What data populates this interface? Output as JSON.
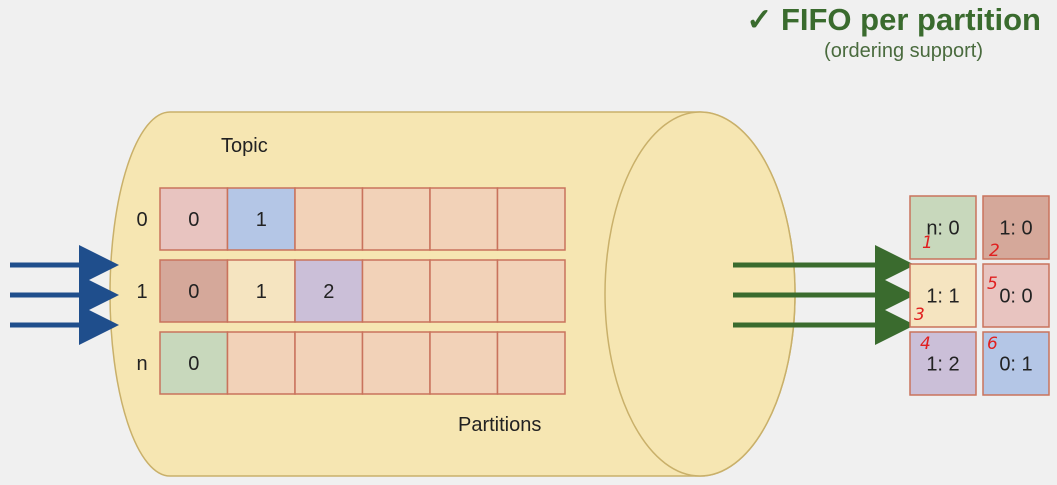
{
  "heading": {
    "check": "✓",
    "title": "FIFO per partition",
    "subtitle": "(ordering support)"
  },
  "topic_label": "Topic",
  "partitions_label": "Partitions",
  "partitions": [
    {
      "label": "0",
      "messages": [
        "0",
        "1"
      ],
      "colors": [
        "#e8c4c0",
        "#b4c6e6"
      ]
    },
    {
      "label": "1",
      "messages": [
        "0",
        "1",
        "2"
      ],
      "colors": [
        "#d5a89a",
        "#f5e4c0",
        "#cbbfd8"
      ]
    },
    {
      "label": "n",
      "messages": [
        "0"
      ],
      "colors": [
        "#c8d8bc"
      ]
    }
  ],
  "output_grid": [
    {
      "text": "n: 0",
      "mark": "1",
      "color": "#c8d8bc"
    },
    {
      "text": "1: 0",
      "mark": "2",
      "color": "#d5a89a"
    },
    {
      "text": "1: 1",
      "mark": "3",
      "color": "#f5e4c0"
    },
    {
      "text": "0: 0",
      "mark": "5",
      "color": "#e8c4c0"
    },
    {
      "text": "1: 2",
      "mark": "4",
      "color": "#cbbfd8"
    },
    {
      "text": "0: 1",
      "mark": "6",
      "color": "#b4c6e6"
    }
  ],
  "colors": {
    "cylinder_fill": "#f6e6b2",
    "cylinder_stroke": "#c9b06a",
    "empty_cell": "#f2d2b8",
    "cell_stroke": "#c9735c",
    "arrow_in": "#1f4e8c",
    "arrow_out": "#3a6b2e",
    "annotation": "#e02020"
  }
}
